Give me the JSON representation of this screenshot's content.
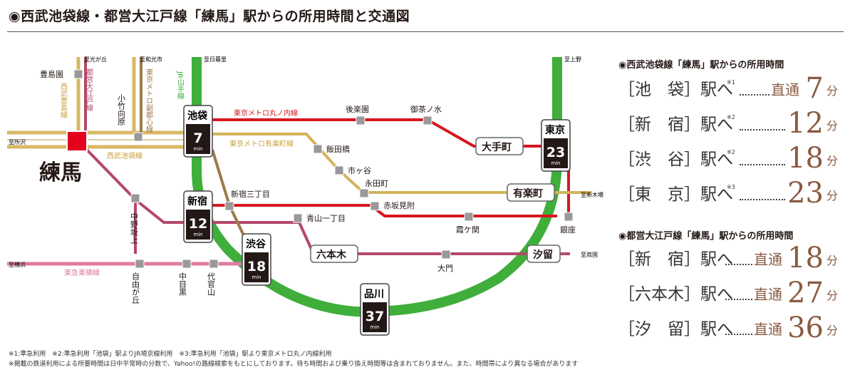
{
  "header": {
    "title": "◉西武池袋線・都営大江戸線「練馬」駅からの所用時間と交通図"
  },
  "map": {
    "home": {
      "name": "練馬"
    },
    "lines": {
      "yamanote": "JR山手線",
      "marunouchi": "東京メトロ丸ノ内線",
      "yurakucho": "東京メトロ有楽町線",
      "seibu": "西武池袋線",
      "toyoko": "東急東横線",
      "oedo": "都営大江戸線",
      "fukutoshin": "東京メトロ副都心線",
      "toshima": "西武豊島線"
    },
    "dest_labels": {
      "hikarigaoka": "至光が丘",
      "wakoshi": "至和光市",
      "nippori": "至日暮里",
      "ueno": "至上野",
      "tokorozawa": "至所沢",
      "shinkiba": "至新木場",
      "yokohama": "至横浜",
      "ryogoku": "至両国"
    },
    "boxed": [
      {
        "name": "池袋",
        "min": "7"
      },
      {
        "name": "新宿",
        "min": "12"
      },
      {
        "name": "渋谷",
        "min": "18"
      },
      {
        "name": "品川",
        "min": "37"
      },
      {
        "name": "東京",
        "min": "23"
      }
    ],
    "min_unit": "min",
    "pills": {
      "otemachi": "大手町",
      "yurakucho_st": "有楽町",
      "roppongi": "六本木",
      "shiodome": "汐留"
    },
    "stations": {
      "toshimaen": "豊島園",
      "kotakemukaihara": "小竹向原",
      "korakuen": "後楽園",
      "ochanomizu": "御茶ノ水",
      "iidabashi": "飯田橋",
      "ichigaya": "市ヶ谷",
      "nagatacho": "永田町",
      "akasakamitsuke": "赤坂見附",
      "shinjukusanchome": "新宿三丁目",
      "aoyamaitchome": "青山一丁目",
      "nakanosakaue": "中野坂上",
      "kasumigaseki": "霞ケ関",
      "ginza": "銀座",
      "daimon": "大門",
      "jiyugaoka": "自由が丘",
      "nakameguro": "中目黒",
      "daikanyama": "代官山"
    }
  },
  "times": {
    "seibu_heading": "◉西武池袋線「練馬」駅からの所用時間",
    "seibu_rows": [
      {
        "station": "［池　袋］駅へ",
        "note": "※1",
        "type": "直通",
        "minutes": "7",
        "unit": "分"
      },
      {
        "station": "［新　宿］駅へ",
        "note": "※2",
        "type": "",
        "minutes": "12",
        "unit": "分"
      },
      {
        "station": "［渋　谷］駅へ",
        "note": "※2",
        "type": "",
        "minutes": "18",
        "unit": "分"
      },
      {
        "station": "［東　京］駅へ",
        "note": "※3",
        "type": "",
        "minutes": "23",
        "unit": "分"
      }
    ],
    "oedo_heading": "◉都営大江戸線「練馬」駅からの所用時間",
    "oedo_rows": [
      {
        "station": "［新　宿］駅へ",
        "note": "",
        "type": "直通",
        "minutes": "18",
        "unit": "分"
      },
      {
        "station": "［六本木］駅へ",
        "note": "",
        "type": "直通",
        "minutes": "27",
        "unit": "分"
      },
      {
        "station": "［汐　留］駅へ",
        "note": "",
        "type": "直通",
        "minutes": "36",
        "unit": "分"
      }
    ]
  },
  "footnotes": {
    "line1": "※1:準急利用　※2:準急利用「池袋」駅よりJR埼京線利用　※3:準急利用「池袋」駅より東京メトロ丸ノ内線利用",
    "line2": "※掲載の鉄道利用による所要時間は日中平常時の分数で、Yahoo!の路線検索をもとにしております。待ち時間および乗り換え時間等は含まれておりません。また、時間帯により異なる場合があります"
  },
  "colors": {
    "yamanote": "#3fae3a",
    "marunouchi": "#d7161f",
    "yurakucho": "#d3b35a",
    "seibu": "#d9b863",
    "oedo": "#b4486a",
    "fukutoshin": "#9c7a4b",
    "toyoko": "#e17aa3",
    "brown_text": "#8a5a40"
  }
}
